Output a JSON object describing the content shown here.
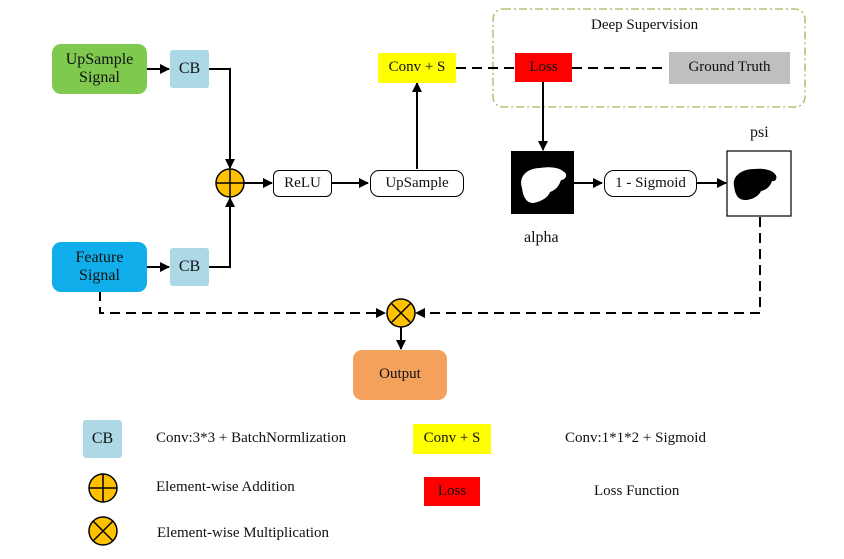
{
  "diagram": {
    "nodes": {
      "upsample_signal": {
        "line1": "UpSample",
        "line2": "Signal"
      },
      "feature_signal": {
        "line1": "Feature",
        "line2": "Signal"
      },
      "cb_top": "CB",
      "cb_bottom": "CB",
      "relu": "ReLU",
      "upsample": "UpSample",
      "conv_s": "Conv + S",
      "loss": "Loss",
      "ground_truth": "Ground Truth",
      "deep_supervision_title": "Deep Supervision",
      "alpha_label": "alpha",
      "sigmoid": "1 - Sigmoid",
      "psi_label": "psi",
      "output": "Output"
    },
    "colors": {
      "upsample_signal": "#7fc94f",
      "feature_signal": "#10aeea",
      "cb": "#add8e6",
      "conv_s": "#ffff00",
      "loss": "#ff0000",
      "ground_truth": "#bfbfbf",
      "operator": "#ffc000",
      "output": "#f4a15c",
      "deep_supervision_border": "#9bbb59"
    }
  },
  "legend": {
    "items": [
      {
        "symbol": "CB",
        "description": "Conv:3*3 + BatchNormlization"
      },
      {
        "symbol": "element-wise-addition",
        "description": "Element-wise Addition"
      },
      {
        "symbol": "element-wise-multiplication",
        "description": "Element-wise Multiplication"
      },
      {
        "symbol": "Conv + S",
        "description": "Conv:1*1*2 + Sigmoid"
      },
      {
        "symbol": "Loss",
        "description": "Loss Function"
      }
    ]
  }
}
